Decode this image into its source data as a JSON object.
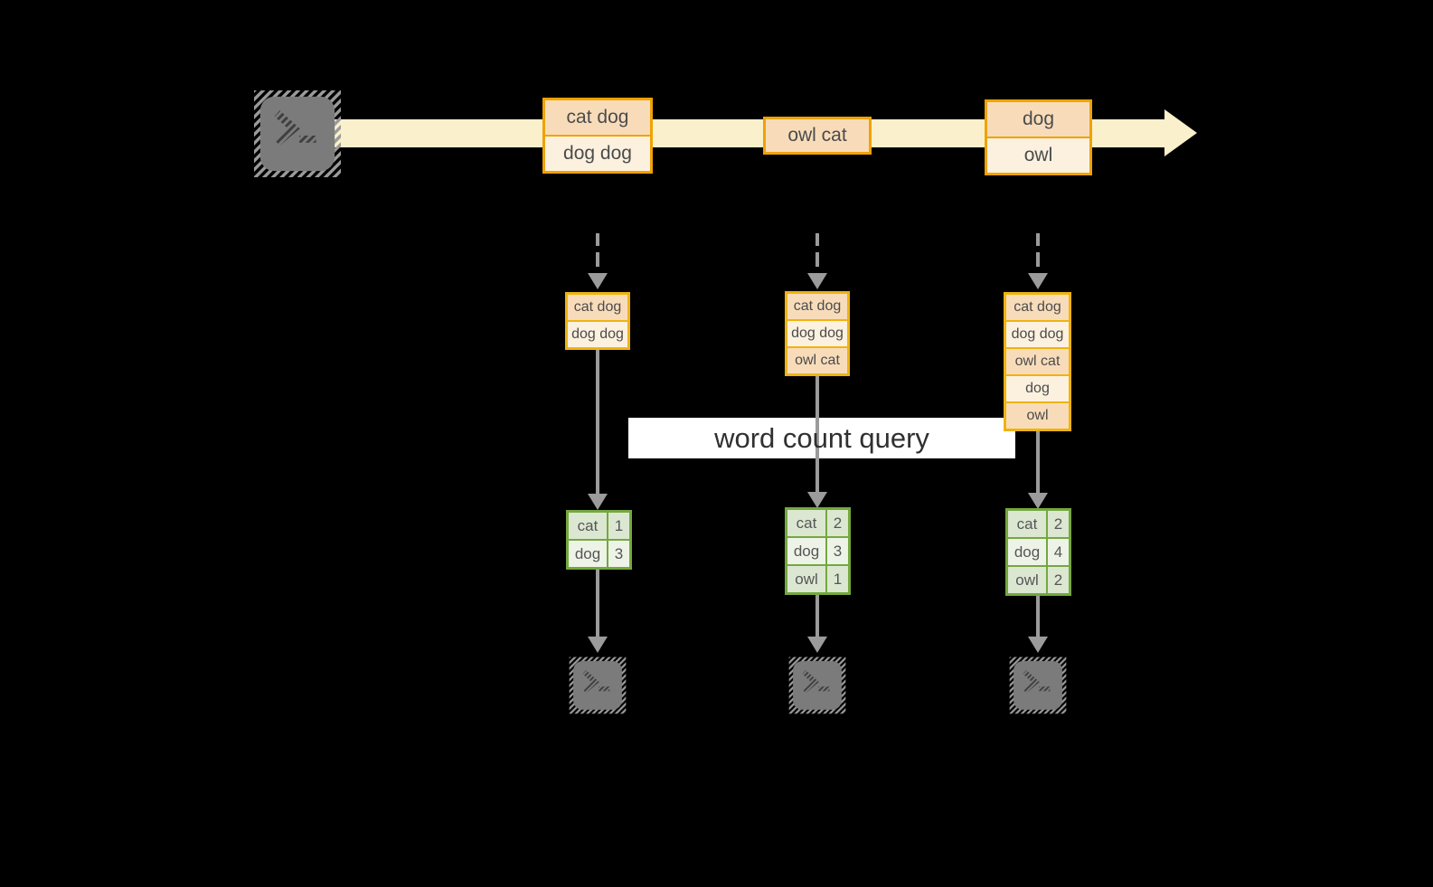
{
  "diagram": {
    "query_label": "word count query",
    "stream": {
      "source_icon": "terminal-icon",
      "events": [
        {
          "lines": [
            "cat dog",
            "dog dog"
          ]
        },
        {
          "lines": [
            "owl cat"
          ]
        },
        {
          "lines": [
            "dog",
            "owl"
          ]
        }
      ]
    },
    "buffers": [
      {
        "rows": [
          "cat dog",
          "dog dog"
        ]
      },
      {
        "rows": [
          "cat dog",
          "dog dog",
          "owl cat"
        ]
      },
      {
        "rows": [
          "cat dog",
          "dog dog",
          "owl cat",
          "dog",
          "owl"
        ]
      }
    ],
    "counts": [
      {
        "rows": [
          {
            "word": "cat",
            "count": "1"
          },
          {
            "word": "dog",
            "count": "3"
          }
        ]
      },
      {
        "rows": [
          {
            "word": "cat",
            "count": "2"
          },
          {
            "word": "dog",
            "count": "3"
          },
          {
            "word": "owl",
            "count": "1"
          }
        ]
      },
      {
        "rows": [
          {
            "word": "cat",
            "count": "2"
          },
          {
            "word": "dog",
            "count": "4"
          },
          {
            "word": "owl",
            "count": "2"
          }
        ]
      }
    ],
    "sink_icon": "terminal-icon",
    "colors": {
      "stream_band": "#FAF0CB",
      "event_border": "#F0A202",
      "event_fill_dark": "#F8DCBA",
      "event_fill_light": "#FCF1DF",
      "buffer_border": "#EFB310",
      "table_border": "#74A83E",
      "table_fill_dark": "#DCE7D2",
      "table_fill_light": "#EEF3E8",
      "arrow_gray": "#9B9B9B",
      "label_background": "#FFFFFF",
      "terminal_gray": "#7B7B7B"
    }
  }
}
